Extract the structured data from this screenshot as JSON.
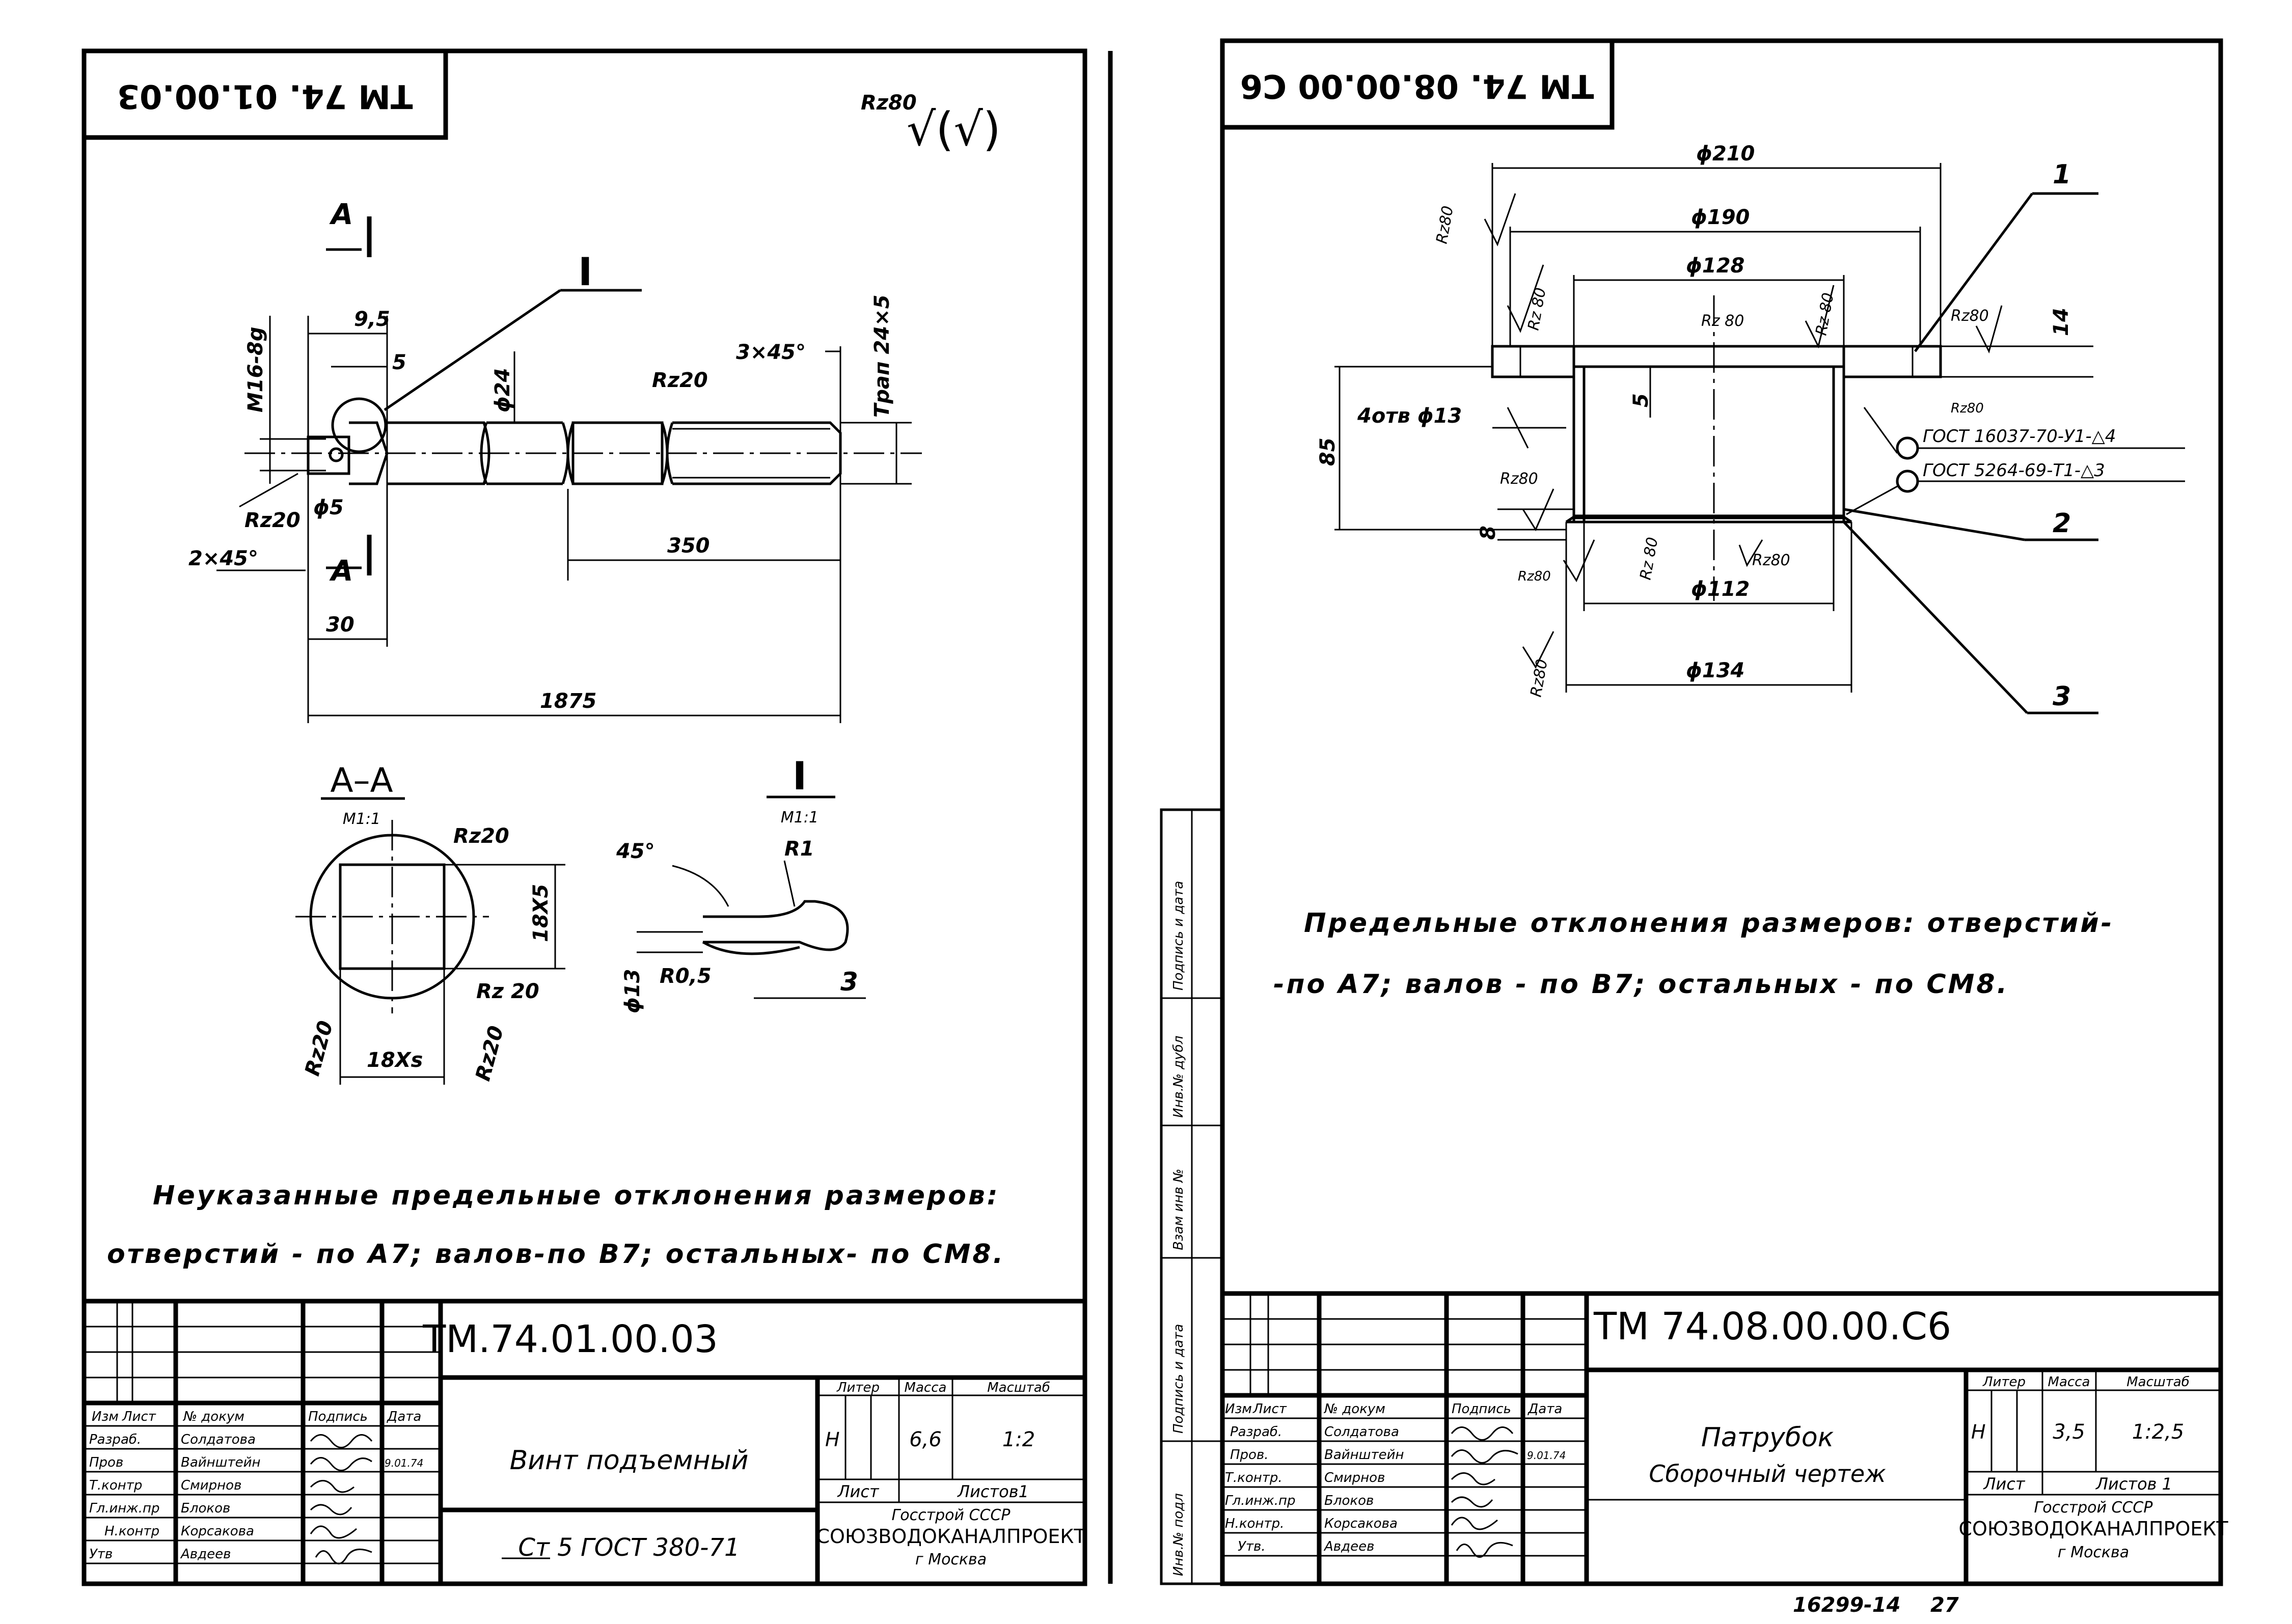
{
  "left_sheet": {
    "corner_code": "TM 74. 01.00.03",
    "roughness_symbol": "Rz80",
    "roughness_tail": "√(√)",
    "section_mark": "A",
    "detail_mark": "I",
    "dims": {
      "thread_small": "M16-8g",
      "d_9_5": "9,5",
      "d_5": "5",
      "d_24": "ϕ24",
      "chamfer_right": "3×45°",
      "trap": "Трап 24×5",
      "rz20_a": "Rz20",
      "rz20_b": "Rz20",
      "d_phi5": "ϕ5",
      "chamfer_left": "2×45°",
      "d_350": "350",
      "d_30": "30",
      "d_1875": "1875"
    },
    "section_aa": {
      "title": "А–А",
      "scale": "M1:1",
      "rz_top": "Rz20",
      "dim_18x5_v": "18X5",
      "rz_right": "Rz 20",
      "rz_left": "Rz20",
      "dim_18x5_h": "18Xs",
      "rz_bottom": "Rz20"
    },
    "detail_i": {
      "title": "I",
      "scale": "M1:1",
      "angle": "45°",
      "r1": "R1",
      "phi13": "ϕ13",
      "r05": "R0,5",
      "three": "3"
    },
    "note_line1": "Неуказанные предельные отклонения размеров:",
    "note_line2": "отверстий - по А7; валов-по В7; остальных- по СМ8.",
    "title_block": {
      "code": "ТМ.74.01.00.03",
      "name": "Винт подъемный",
      "material": "Ст 5 ГОСТ 380-71",
      "hdr_liter": "Литер",
      "hdr_mass": "Масса",
      "hdr_scale": "Масштаб",
      "liter": "Н",
      "mass": "6,6",
      "scale": "1:2",
      "sheet": "Лист",
      "sheets": "Листов1",
      "org1": "Госстрой СССР",
      "org2": "СОЮЗВОДОКАНАЛПРОЕКТ",
      "org3": "г Москва",
      "col_headers": [
        "Изм",
        "Лист",
        "№ докум",
        "Подпись",
        "Дата"
      ],
      "rows": [
        {
          "role": "Разраб.",
          "name": "Солдатова",
          "date": ""
        },
        {
          "role": "Пров",
          "name": "Вайнштейн",
          "date": "9.01.74"
        },
        {
          "role": "Т.контр",
          "name": "Смирнов",
          "date": ""
        },
        {
          "role": "Гл.инж.пр",
          "name": "Блоков",
          "date": ""
        },
        {
          "role": "Н.контр",
          "name": "Корсакова",
          "date": ""
        },
        {
          "role": "Утв",
          "name": "Авдеев",
          "date": ""
        }
      ]
    }
  },
  "right_sheet": {
    "corner_code": "TM 74. 08.00.00 C6",
    "dims": {
      "phi210": "ϕ210",
      "phi190": "ϕ190",
      "phi128": "ϕ128",
      "phi112": "ϕ112",
      "phi134": "ϕ134",
      "h85": "85",
      "d14": "14",
      "d5": "5",
      "d8": "8",
      "holes": "4отв ϕ13",
      "rz80_1": "Rz80",
      "rz80_2": "Rz 80",
      "rz80_3": "Rz 80",
      "rz80_4": "Rz 80",
      "rz80_5": "Rz80",
      "rz80_6": "Rz80",
      "rz80_7": "Rz80",
      "rz80_8": "Rz80",
      "rz80_9": "Rz 80",
      "rz80_10": "Rz80",
      "rz80_11": "Rz80",
      "rz80_12": "Rz 80"
    },
    "welds": {
      "w1": "ГОСТ 16037-70-У1-△4",
      "w2": "ГОСТ 5264-69-Т1-△3"
    },
    "positions": [
      "1",
      "2",
      "3"
    ],
    "note_line1": "Предельные отклонения размеров: отверстий-",
    "note_line2": "-по А7; валов - по В7; остальных - по СМ8.",
    "side_labels": [
      "Инв.№ подл",
      "Подпись и дата",
      "Взам инв №",
      "Инв.№ дубл",
      "Подпись и дата"
    ],
    "title_block": {
      "code": "ТМ 74.08.00.00.С6",
      "name1": "Патрубок",
      "name2": "Сборочный чертеж",
      "hdr_liter": "Литер",
      "hdr_mass": "Масса",
      "hdr_scale": "Масштаб",
      "liter": "Н",
      "mass": "3,5",
      "scale": "1:2,5",
      "sheet": "Лист",
      "sheets": "Листов 1",
      "org1": "Госстрой СССР",
      "org2": "СОЮЗВОДОКАНАЛПРОЕКТ",
      "org3": "г Москва",
      "col_headers": [
        "Изм",
        "Лист",
        "№ докум",
        "Подпись",
        "Дата"
      ],
      "rows": [
        {
          "role": "Разраб.",
          "name": "Солдатова",
          "date": ""
        },
        {
          "role": "Пров.",
          "name": "Вайнштейн",
          "date": "9.01.74"
        },
        {
          "role": "Т.контр.",
          "name": "Смирнов",
          "date": ""
        },
        {
          "role": "Гл.инж.пр",
          "name": "Блоков",
          "date": ""
        },
        {
          "role": "Н.контр.",
          "name": "Корсакова",
          "date": ""
        },
        {
          "role": "Утв.",
          "name": "Авдеев",
          "date": ""
        }
      ]
    }
  },
  "footer": {
    "stamp": "16299-14",
    "page": "27"
  }
}
